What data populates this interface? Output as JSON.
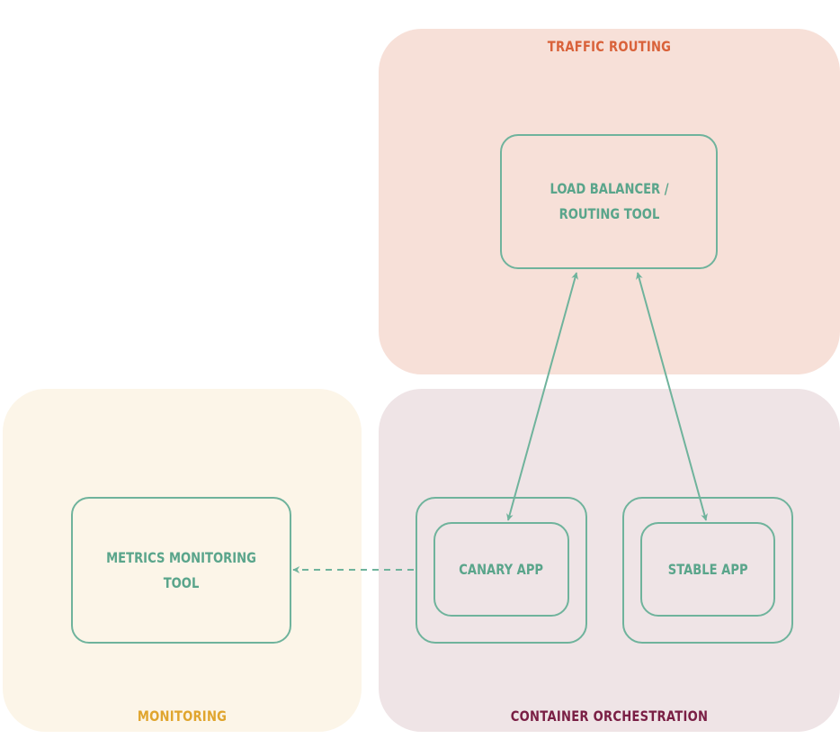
{
  "groups": {
    "traffic": {
      "label": "TRAFFIC ROUTING",
      "fill": "#f7e0d8",
      "label_color": "#d9623a"
    },
    "container": {
      "label": "CONTAINER ORCHESTRATION",
      "fill": "#efe4e6",
      "label_color": "#7a1f45"
    },
    "monitoring": {
      "label": "MONITORING",
      "fill": "#fcf5e8",
      "label_color": "#e0a52e"
    }
  },
  "nodes": {
    "load_balancer": {
      "label": "LOAD BALANCER /\nROUTING TOOL"
    },
    "canary": {
      "label": "CANARY APP"
    },
    "stable": {
      "label": "STABLE APP"
    },
    "metrics": {
      "label": "METRICS MONITORING TOOL"
    }
  },
  "colors": {
    "stroke": "#6fb39c",
    "text": "#5aa58b"
  }
}
